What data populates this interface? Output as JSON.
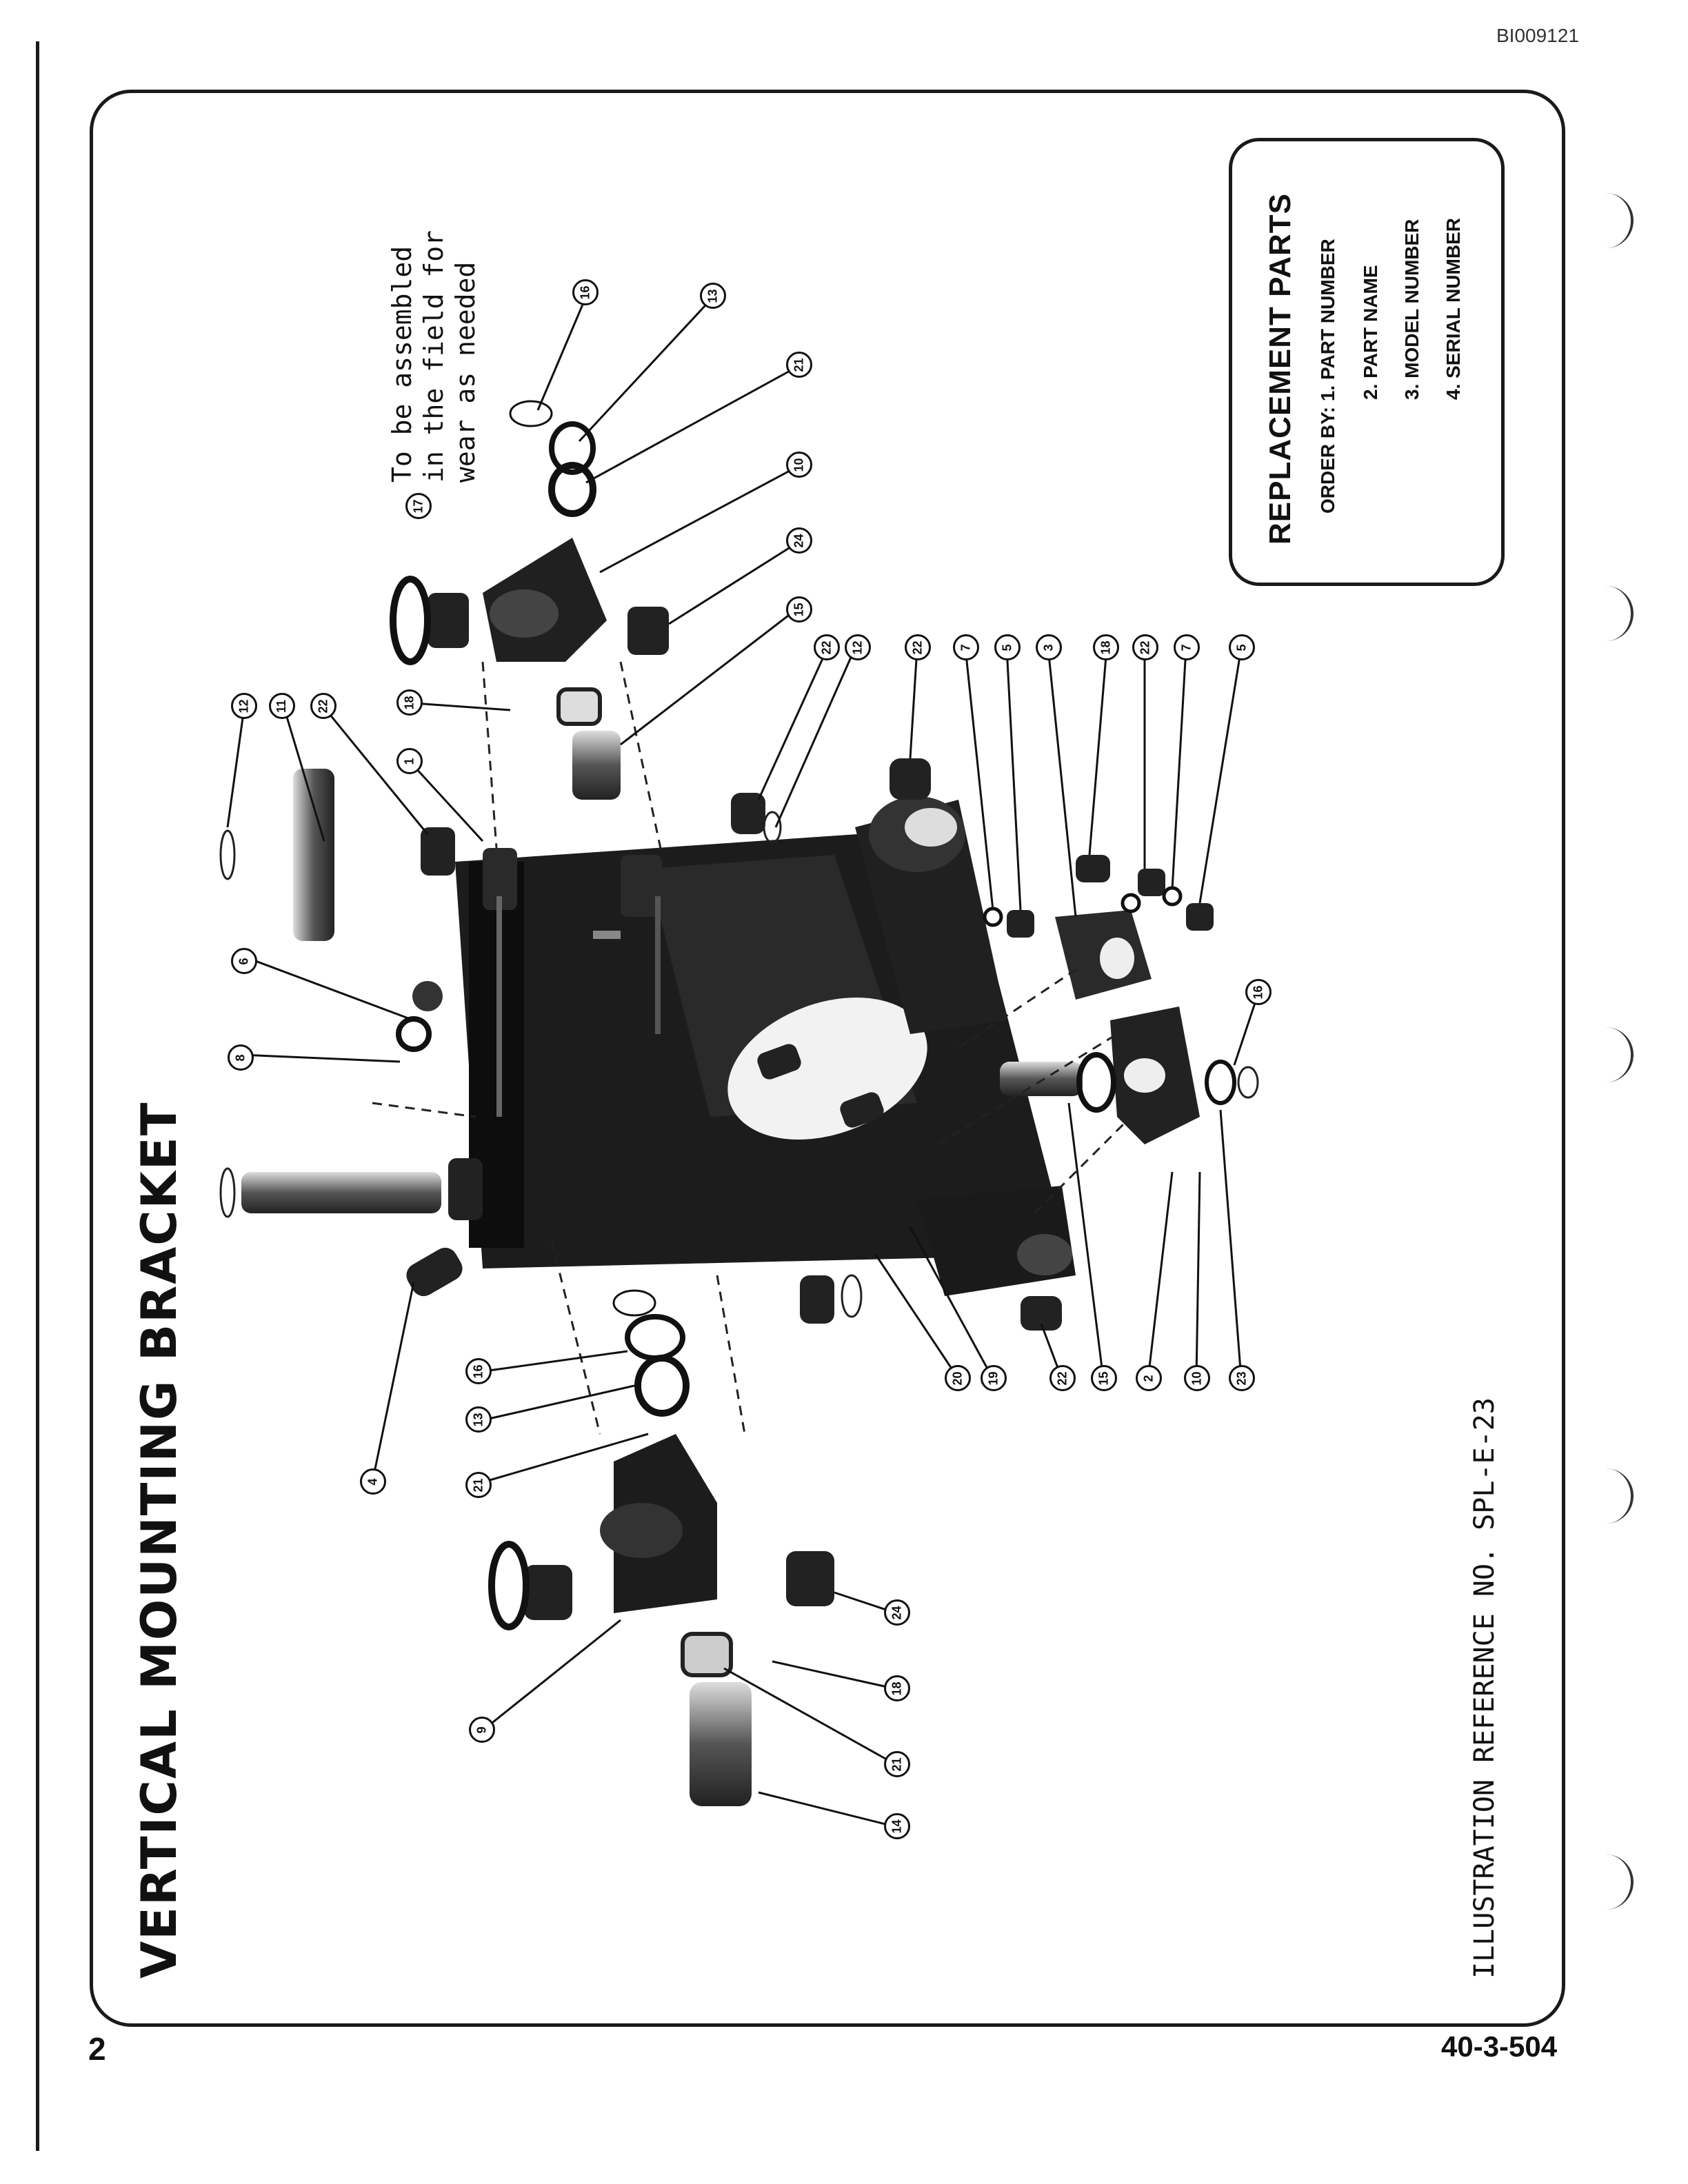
{
  "document_id": "BI009121",
  "page_number": "2",
  "form_number": "40-3-504",
  "title": "VERTICAL MOUNTING BRACKET",
  "field_note": [
    "To be assembled",
    "in the field for",
    "wear as needed"
  ],
  "illustration_reference": "ILLUSTRATION REFERENCE NO.  SPL-E-23",
  "replacement_parts": {
    "heading": "REPLACEMENT PARTS",
    "order_by": "ORDER BY: 1. PART NUMBER",
    "items": [
      "2. PART NAME",
      "3. MODEL NUMBER",
      "4. SERIAL NUMBER"
    ]
  },
  "callouts": {
    "c17": "17",
    "c16a": "16",
    "c13a": "13",
    "c21a": "21",
    "c10a": "10",
    "c24a": "24",
    "c15a": "15",
    "c18a": "18",
    "c12a": "12",
    "c11": "11",
    "c22a": "22",
    "c1": "1",
    "c6": "6",
    "c8": "8",
    "c22b": "22",
    "c12b": "12",
    "c22c": "22",
    "c7a": "7",
    "c5a": "5",
    "c3": "3",
    "c18b": "18",
    "c22d": "22",
    "c7b": "7",
    "c5b": "5",
    "c16b": "16",
    "c20": "20",
    "c19": "19",
    "c22e": "22",
    "c15b": "15",
    "c2": "2",
    "c10b": "10",
    "c23": "23",
    "c4": "4",
    "c16c": "16",
    "c13b": "13",
    "c21b": "21",
    "c9": "9",
    "c24b": "24",
    "c18c": "18",
    "c21c": "21",
    "c14": "14"
  }
}
